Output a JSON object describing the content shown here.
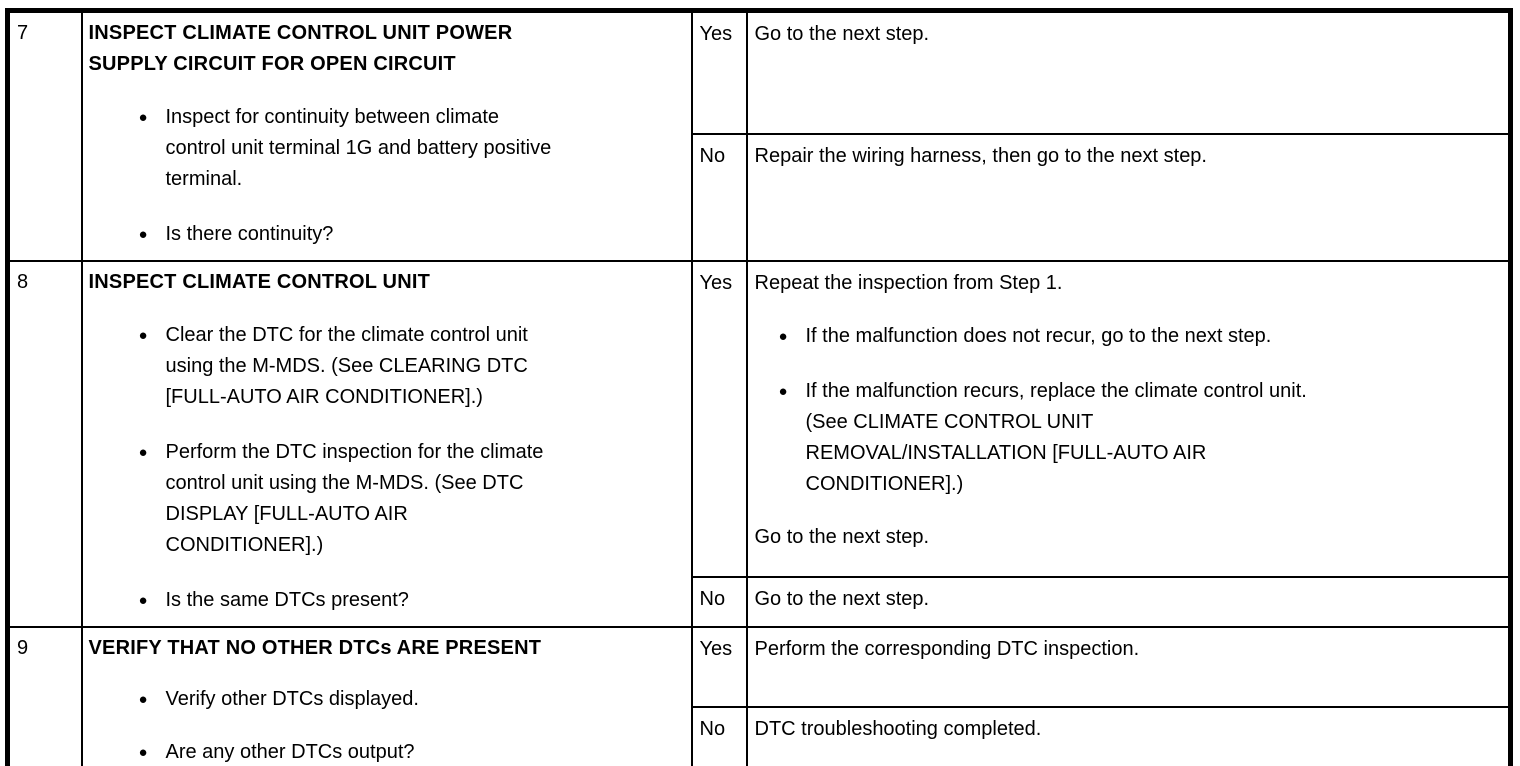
{
  "ui": {
    "bullet_glyph": "●",
    "border_color": "#000000",
    "background_color": "#ffffff",
    "text_color": "#000000"
  },
  "table": {
    "steps": [
      {
        "step": "7",
        "inspection": {
          "title": "INSPECT CLIMATE CONTROL UNIT POWER\nSUPPLY CIRCUIT FOR OPEN CIRCUIT",
          "bullets": [
            "Inspect for continuity between climate\ncontrol unit terminal 1G and battery positive\nterminal.",
            "Is there continuity?"
          ]
        },
        "results": [
          {
            "label": "Yes",
            "paragraphs": [
              "Go to the next step."
            ]
          },
          {
            "label": "No",
            "paragraphs": [
              "Repair the wiring harness, then go to the next step."
            ]
          }
        ]
      },
      {
        "step": "8",
        "inspection": {
          "title": "INSPECT CLIMATE CONTROL UNIT",
          "bullets": [
            "Clear the DTC for the climate control unit\nusing the M-MDS. (See CLEARING DTC\n[FULL-AUTO AIR CONDITIONER].)",
            "Perform the DTC inspection for the climate\ncontrol unit using the M-MDS. (See DTC\nDISPLAY [FULL-AUTO AIR\nCONDITIONER].)",
            "Is the same DTCs present?"
          ]
        },
        "results": [
          {
            "label": "Yes",
            "intro": "Repeat the inspection from Step 1.",
            "bullets": [
              "If the malfunction does not recur, go to the next step.",
              "If the malfunction recurs, replace the climate control unit.\n(See CLIMATE CONTROL UNIT\nREMOVAL/INSTALLATION [FULL-AUTO AIR\nCONDITIONER].)"
            ],
            "outro": "Go to the next step."
          },
          {
            "label": "No",
            "paragraphs": [
              "Go to the next step."
            ]
          }
        ]
      },
      {
        "step": "9",
        "inspection": {
          "title": "VERIFY THAT NO OTHER DTCs ARE PRESENT",
          "bullets": [
            "Verify other DTCs displayed.",
            "Are any other DTCs output?"
          ]
        },
        "results": [
          {
            "label": "Yes",
            "paragraphs": [
              "Perform the corresponding DTC inspection."
            ]
          },
          {
            "label": "No",
            "paragraphs": [
              "DTC troubleshooting completed."
            ]
          }
        ]
      }
    ]
  }
}
